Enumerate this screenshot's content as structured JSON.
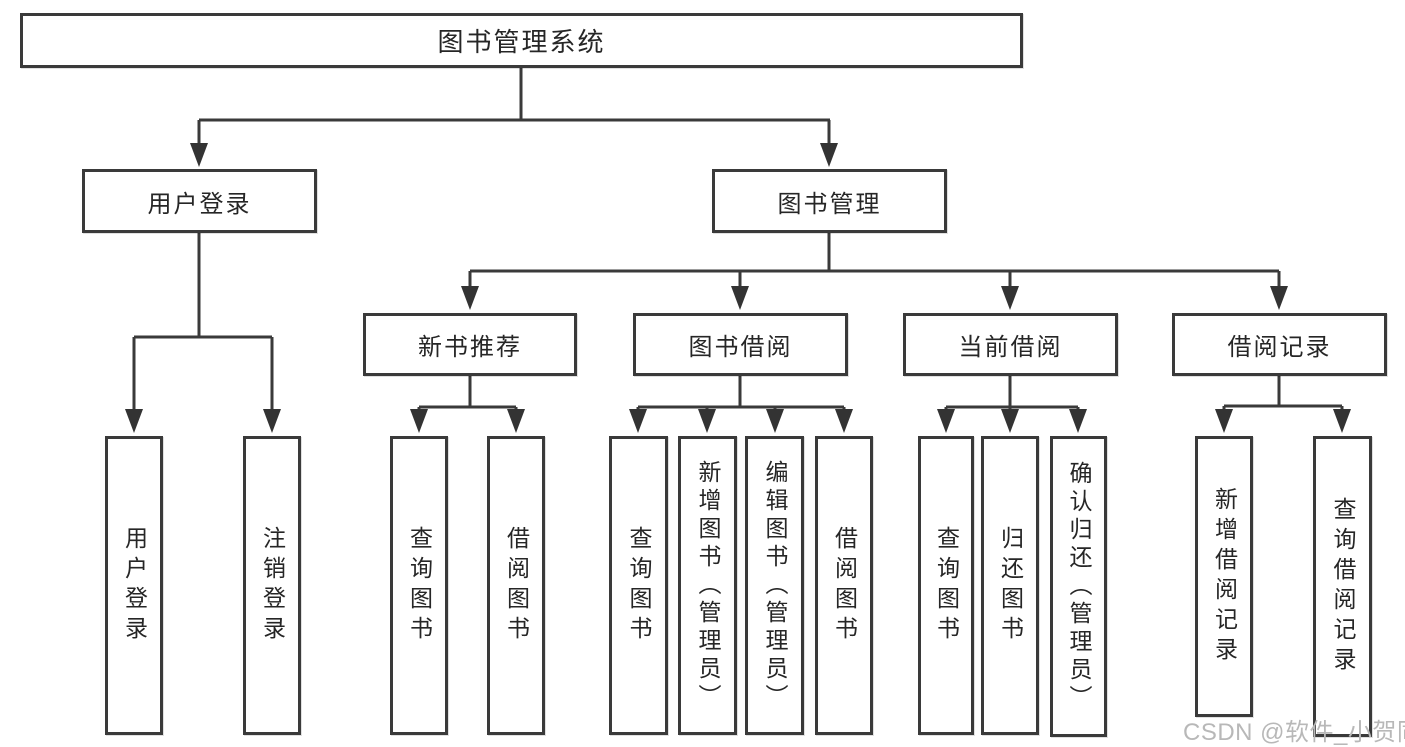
{
  "tree": {
    "root": "图书管理系统",
    "branches": [
      {
        "label": "用户登录",
        "leaves": [
          "用户登录",
          "注销登录"
        ]
      },
      {
        "label": "图书管理",
        "groups": [
          {
            "label": "新书推荐",
            "leaves": [
              "查询图书",
              "借阅图书"
            ]
          },
          {
            "label": "图书借阅",
            "leaves": [
              "查询图书",
              "新增图书（管理员）",
              "编辑图书（管理员）",
              "借阅图书"
            ]
          },
          {
            "label": "当前借阅",
            "leaves": [
              "查询图书",
              "归还图书",
              "确认归还（管理员）"
            ]
          },
          {
            "label": "借阅记录",
            "leaves": [
              "新增借阅记录",
              "查询借阅记录"
            ]
          }
        ]
      }
    ]
  },
  "watermark": "CSDN @软件_小贺同学",
  "colors": {
    "line": "#3a3a3a",
    "arrow": "#333333",
    "text": "#262626",
    "watermark": "#b8b8b8",
    "background": "#ffffff"
  }
}
